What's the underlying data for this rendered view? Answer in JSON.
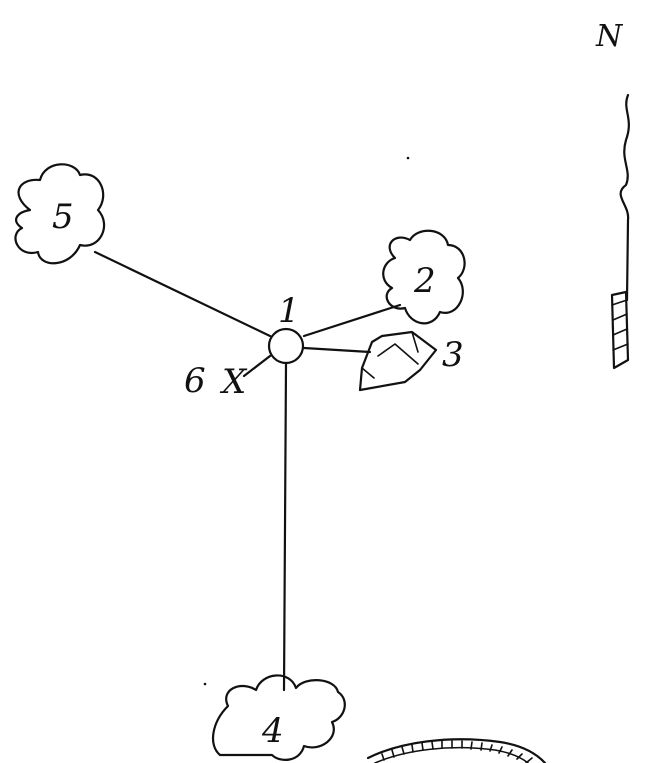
{
  "diagram": {
    "north_label": "N",
    "center_label": "1",
    "nodes": {
      "tree_2": "2",
      "object_3": "3",
      "tree_4": "4",
      "tree_5": "5",
      "marker_6": "6"
    },
    "marker_symbol": "X"
  }
}
